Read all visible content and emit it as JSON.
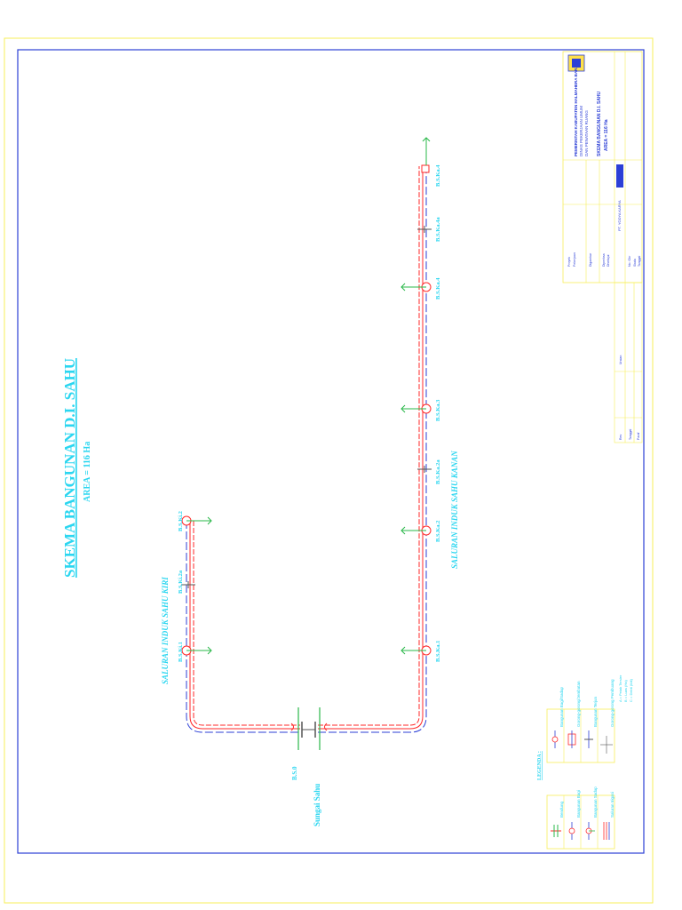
{
  "drawing": {
    "title": "SKEMA  BANGUNAN  D.I. SAHU",
    "area": "AREA = 116 Ha",
    "river": "Sungai Sahu",
    "weir": "B.S.0",
    "canal_left": "SALURAN  INDUK  SAHU  KIRI",
    "canal_right": "SALURAN  INDUK  SAHU  KANAN",
    "structures_left": [
      "B.S.Ki.1",
      "B.S.Ki.2a",
      "B.S.Ki.2"
    ],
    "structures_right": [
      "B.S.Ka.1",
      "B.S.Ka.2",
      "B.S.Ka.2a",
      "B.S.Ka.3",
      "B.S.Ka.4",
      "B.S.Ka.4a",
      "B.S.Ka.4"
    ]
  },
  "legend": {
    "title": "LEGENDA :",
    "items": [
      "Bendung",
      "Bangunan Bagi",
      "Bangunan Sadap",
      "Saluran Irigasi",
      "Bangunan Bagi/Sadap",
      "Gorong-gorong/Jembatan",
      "Bangunan Terjun",
      "Gorong-gorong Pembuang"
    ],
    "notes": [
      "A = Petak Tersier",
      "B = Luas (Ha)",
      "C = Debit (l/dt)"
    ]
  },
  "title_block": {
    "agency_lines": [
      "PEMERINTAH KABUPATEN HALMAHERA BARAT",
      "DINAS PEKERJAAN UMUM",
      "DAN PENATAAN RUANG"
    ],
    "drawing_title": "SKEMA BANGUNAN D.I. SAHU",
    "drawing_area": "AREA = 116 Ha",
    "consultant": "PT. YODYA KARYA",
    "labels": [
      "Proyek",
      "Pekerjaan",
      "Digambar",
      "Diperiksa",
      "Disetujui",
      "No. Gbr",
      "Skala",
      "Tanggal"
    ],
    "revision_headers": [
      "Rev",
      "Uraian",
      "Tanggal",
      "Paraf"
    ]
  },
  "colors": {
    "frame": "#f7ef5a",
    "border": "#2c3fd6",
    "text": "#2bd6f0",
    "canal": "#ff2a2a",
    "arrow": "#2ab84a"
  }
}
